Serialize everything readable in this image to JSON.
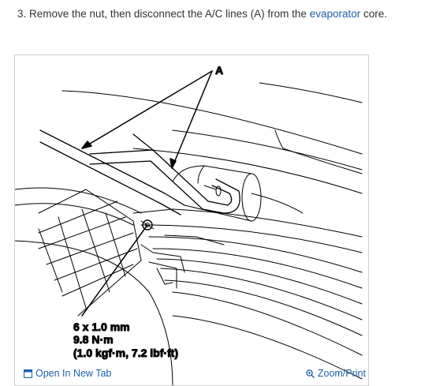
{
  "instruction": {
    "before_link": "3. Remove the nut, then disconnect the A/C lines (A) from the ",
    "link_text": "evaporator",
    "after_link": " core."
  },
  "figure": {
    "callout_label": "A",
    "spec_line1": "6 x 1.0 mm",
    "spec_line2": "9.8 N·m",
    "spec_line3": "(1.0 kgf·m, 7.2 lbf·ft)"
  },
  "actions": {
    "open_tab_label": "Open In New Tab",
    "zoom_label": "Zoom/Print",
    "open_tab_icon": "open-tab-icon",
    "zoom_icon": "zoom-in-icon"
  },
  "colors": {
    "link": "#1f5fa8",
    "text": "#333333",
    "frame_border": "#cfcfcf"
  }
}
